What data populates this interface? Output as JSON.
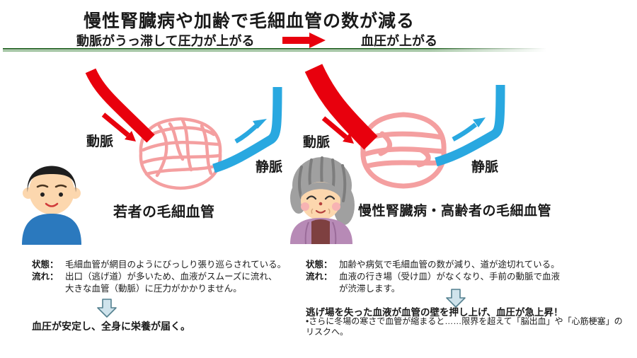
{
  "header": {
    "title": "慢性腎臓病や加齢で毛細血管の数が減る",
    "left_subtitle": "動脈がうっ滞して圧力が上がる",
    "right_subtitle": "血圧が上がる"
  },
  "left_panel": {
    "artery_label": "動脈",
    "vein_label": "静脈",
    "figure": "young-man",
    "caption": "若者の毛細血管",
    "state_label": "状態：",
    "state_text": "毛細血管が網目のようにびっしり張り巡らされている。",
    "flow_label": "流れ：",
    "flow_line1": "出口（逃げ道）が多いため、血液がスムーズに流れ、",
    "flow_line2": "大きな血管（動脈）に圧力がかかりません。",
    "conclusion": "血圧が安定し、全身に栄養が届く。"
  },
  "right_panel": {
    "artery_label": "動脈",
    "vein_label": "静脈",
    "figure": "elderly-woman",
    "caption": "慢性腎臓病・高齢者の毛細血管",
    "state_label": "状態：",
    "state_text": "加齢や病気で毛細血管の数が減り、道が途切れている。",
    "flow_label": "流れ：",
    "flow_line1": "血液の行き場（受け皿）がなくなり、手前の動脈で血液",
    "flow_line2": "が渋滞します。",
    "conclusion": "逃げ場を失った血液が血管の壁を押し上げ、血圧が急上昇！",
    "note": "•さらに冬場の寒さで血管が縮まると……限界を超えて「脳出血」や「心筋梗塞」のリスクへ。"
  },
  "colors": {
    "artery_red": "#e8000d",
    "capillary_pink": "#f49fa0",
    "vein_blue": "#29a8e0",
    "separator_green": "#2f6b2f",
    "down_arrow_fill": "#cfe3ec",
    "down_arrow_stroke": "#54808f"
  }
}
